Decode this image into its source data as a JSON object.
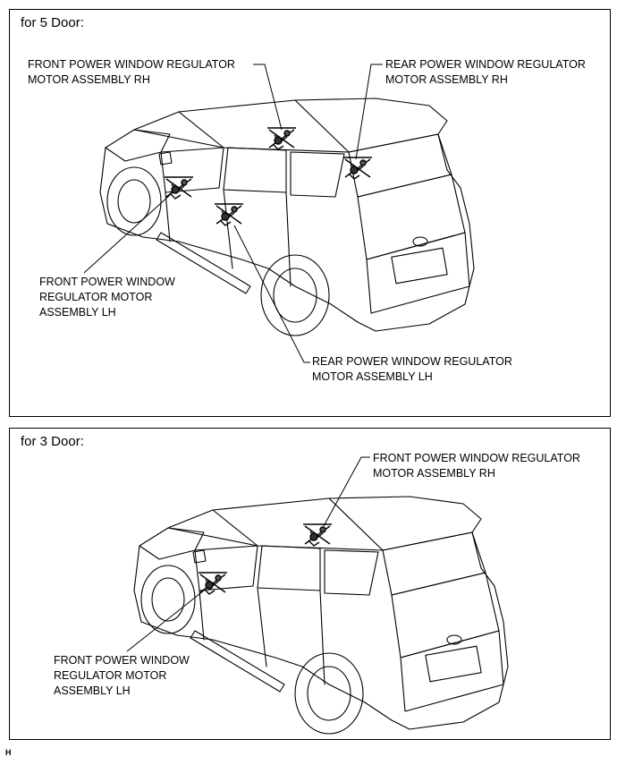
{
  "five_door": {
    "title": "for 5 Door:",
    "labels": {
      "front_rh": "FRONT POWER WINDOW REGULATOR\nMOTOR ASSEMBLY RH",
      "rear_rh": "REAR POWER WINDOW REGULATOR\nMOTOR ASSEMBLY RH",
      "front_lh": "FRONT POWER WINDOW\nREGULATOR MOTOR\nASSEMBLY LH",
      "rear_lh": "REAR POWER WINDOW REGULATOR\nMOTOR ASSEMBLY LH"
    }
  },
  "three_door": {
    "title": "for 3 Door:",
    "labels": {
      "front_rh": "FRONT POWER WINDOW REGULATOR\nMOTOR ASSEMBLY RH",
      "front_lh": "FRONT POWER WINDOW\nREGULATOR MOTOR\nASSEMBLY LH"
    }
  },
  "footer_code": "H"
}
